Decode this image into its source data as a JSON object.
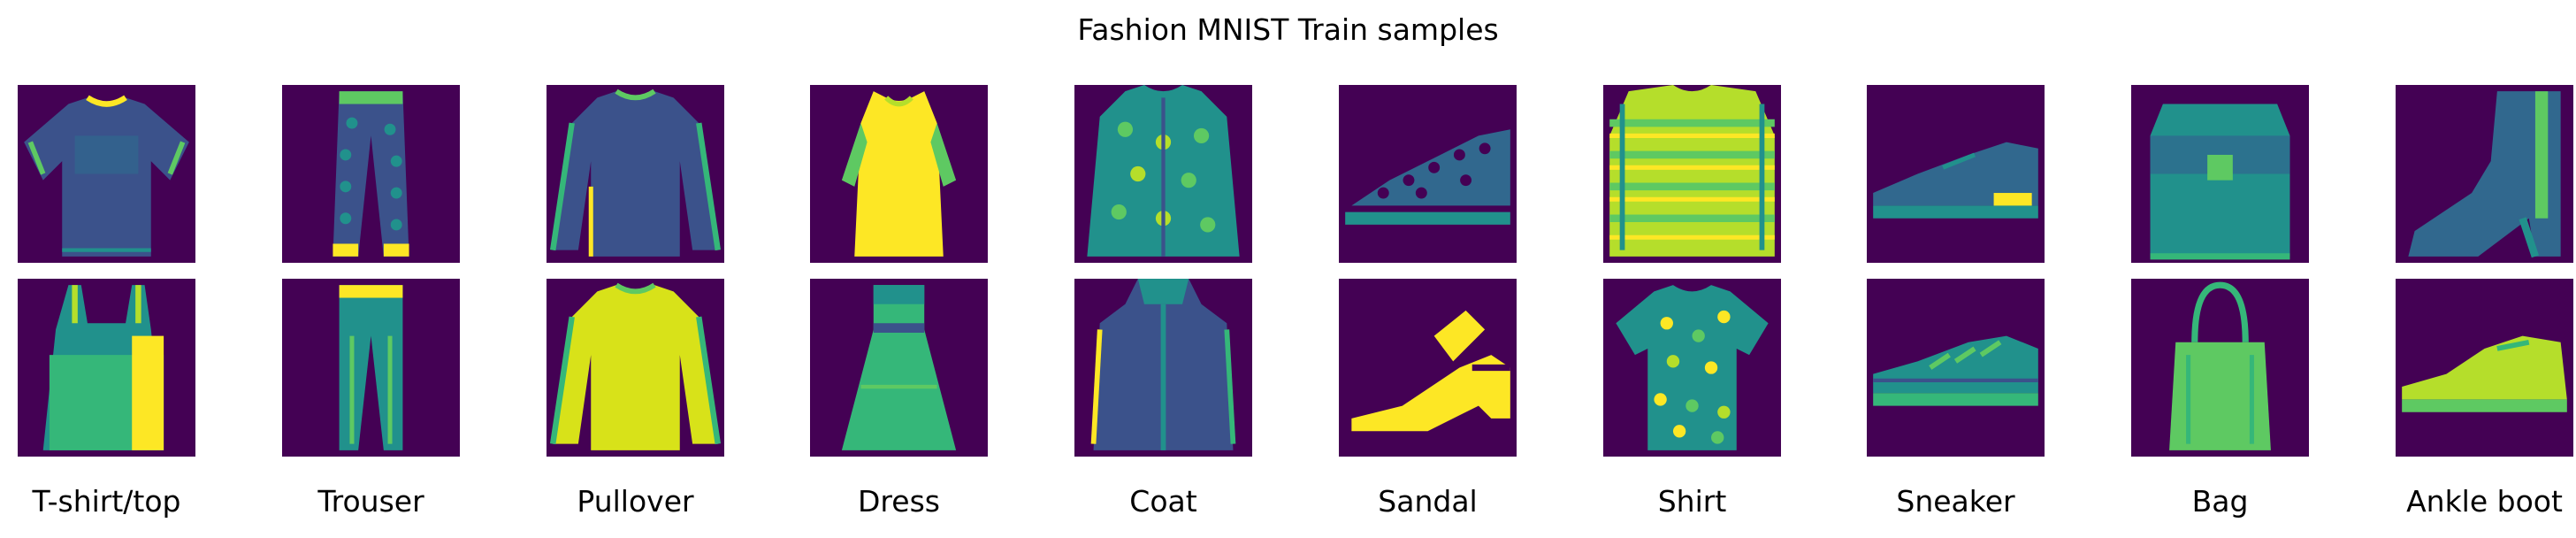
{
  "title": "Fashion MNIST Train samples",
  "palette": {
    "background": "#440154",
    "dark_teal": "#3b528b",
    "teal": "#21918c",
    "green": "#5ec962",
    "yellow": "#fde725"
  },
  "classes": [
    {
      "label": "T-shirt/top"
    },
    {
      "label": "Trouser"
    },
    {
      "label": "Pullover"
    },
    {
      "label": "Dress"
    },
    {
      "label": "Coat"
    },
    {
      "label": "Sandal"
    },
    {
      "label": "Shirt"
    },
    {
      "label": "Sneaker"
    },
    {
      "label": "Bag"
    },
    {
      "label": "Ankle boot"
    }
  ]
}
